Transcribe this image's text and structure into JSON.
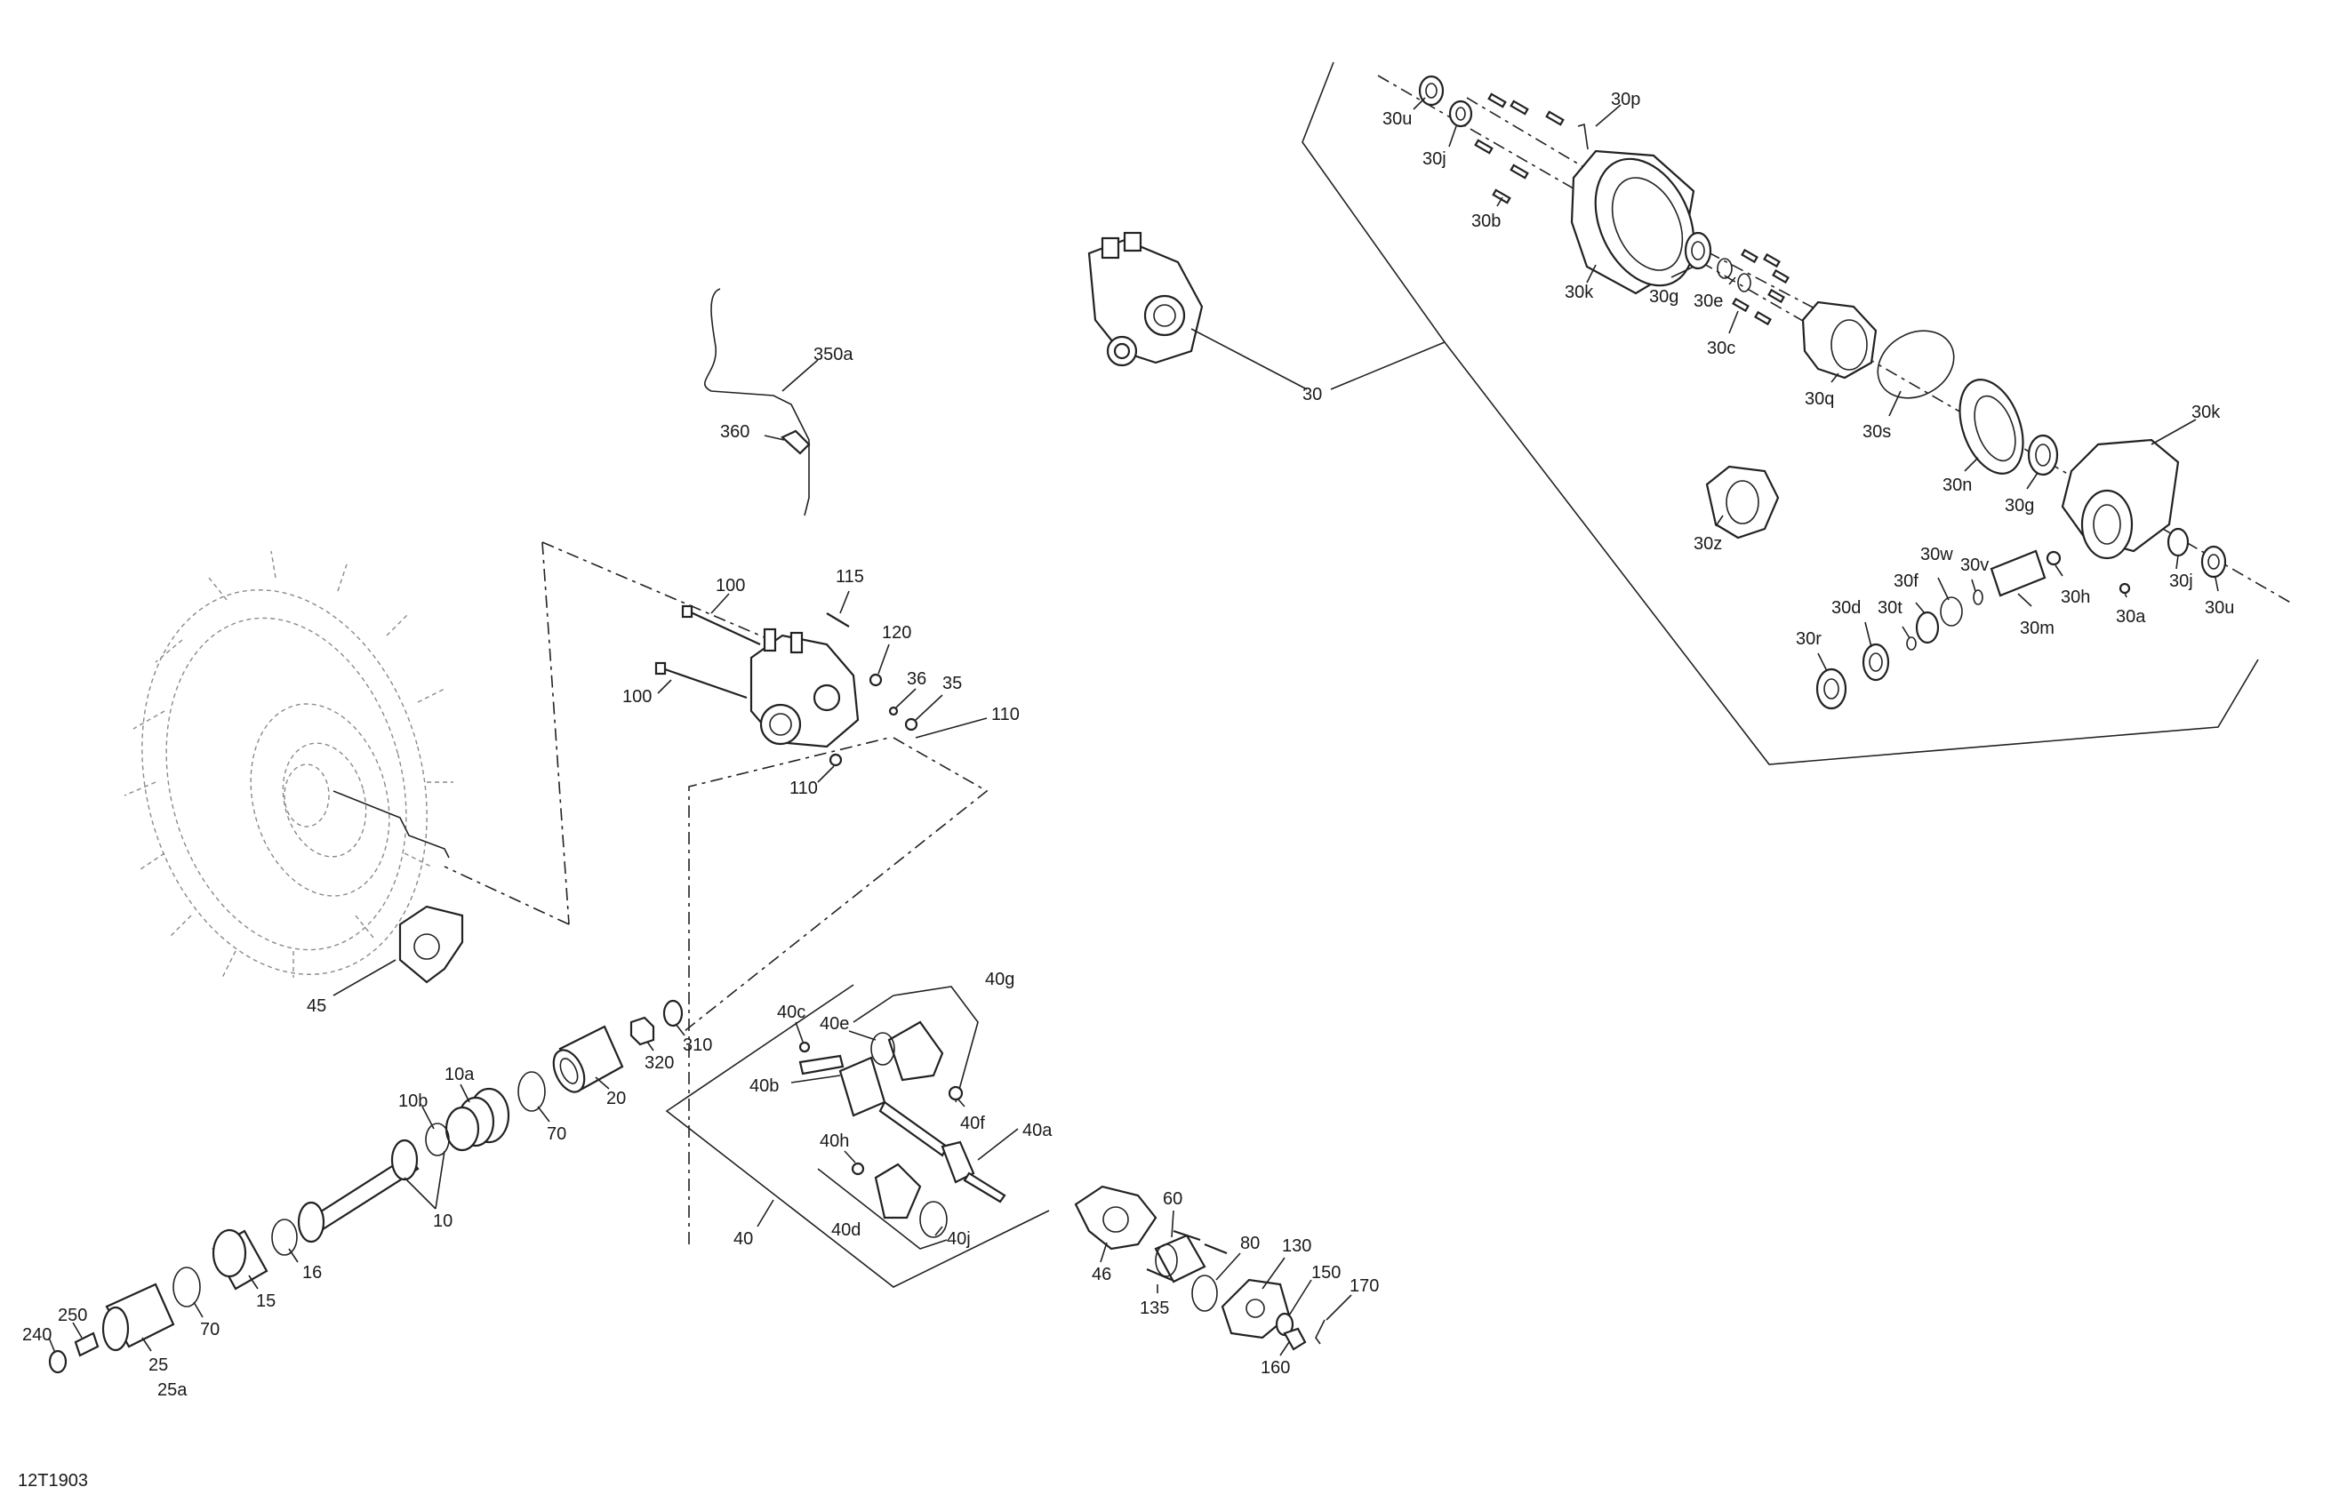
{
  "diagram": {
    "reference_code": "12T1903",
    "callouts": {
      "c30": "30",
      "c30u_top": "30u",
      "c30j_top": "30j",
      "c30p": "30p",
      "c30b": "30b",
      "c30k_top": "30k",
      "c30g_top": "30g",
      "c30e": "30e",
      "c30c": "30c",
      "c30q": "30q",
      "c30s": "30s",
      "c30n": "30n",
      "c30g_bot": "30g",
      "c30k_bot": "30k",
      "c30z": "30z",
      "c30w": "30w",
      "c30v": "30v",
      "c30f": "30f",
      "c30d": "30d",
      "c30t": "30t",
      "c30r": "30r",
      "c30m": "30m",
      "c30h": "30h",
      "c30a": "30a",
      "c30j_bot": "30j",
      "c30u_bot": "30u",
      "c350a": "350a",
      "c360": "360",
      "c100_top": "100",
      "c100_bot": "100",
      "c115": "115",
      "c120": "120",
      "c36": "36",
      "c35": "35",
      "c110_right": "110",
      "c110_bot": "110",
      "c45": "45",
      "c310": "310",
      "c320": "320",
      "c20": "20",
      "c70_mid": "70",
      "c10a": "10a",
      "c10b": "10b",
      "c10": "10",
      "c16": "16",
      "c15": "15",
      "c70_low": "70",
      "c25": "25",
      "c25a": "25a",
      "c250": "250",
      "c240": "240",
      "c40g": "40g",
      "c40c": "40c",
      "c40e": "40e",
      "c40b": "40b",
      "c40f": "40f",
      "c40a": "40a",
      "c40h": "40h",
      "c40d": "40d",
      "c40j": "40j",
      "c40": "40",
      "c46": "46",
      "c60": "60",
      "c80": "80",
      "c130": "130",
      "c150": "150",
      "c170": "170",
      "c160": "160",
      "c135": "135"
    }
  }
}
